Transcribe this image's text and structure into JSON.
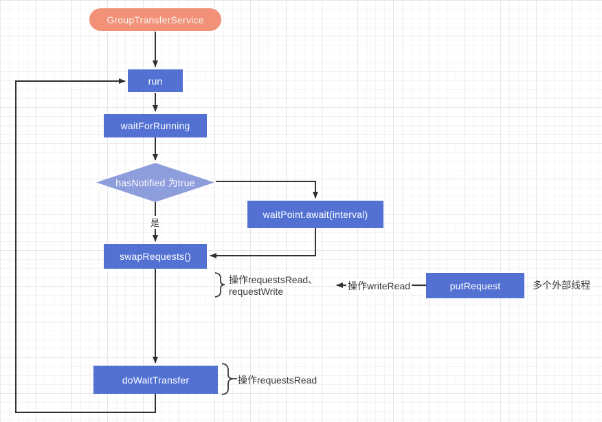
{
  "diagram": {
    "type": "flowchart",
    "nodes": {
      "start": {
        "label": "GroupTransferService",
        "shape": "terminator"
      },
      "run": {
        "label": "run",
        "shape": "process"
      },
      "wait_for_running": {
        "label": "waitForRunning",
        "shape": "process"
      },
      "has_notified": {
        "label": "hasNotified 为true",
        "shape": "decision"
      },
      "wait_point": {
        "label": "waitPoint.await(interval)",
        "shape": "process"
      },
      "swap_requests": {
        "label": "swapRequests()",
        "shape": "process"
      },
      "do_wait_transfer": {
        "label": "doWaitTransfer",
        "shape": "process"
      },
      "put_request": {
        "label": "putRequest",
        "shape": "process"
      }
    },
    "edge_labels": {
      "yes": "是",
      "write_read": "操作writeRead"
    },
    "annotations": {
      "swap_note_line1": "操作requestsRead、",
      "swap_note_line2": "requestWrite",
      "do_wait_note": "操作requestsRead",
      "external_threads": "多个外部线程"
    },
    "colors": {
      "process_fill": "#5271D3",
      "decision_fill": "#8E9EDC",
      "terminator_fill": "#F09178",
      "edge_stroke": "#2F2F2F",
      "node_text": "#FFFFFF",
      "annotation_text": "#3A3A3A"
    }
  }
}
